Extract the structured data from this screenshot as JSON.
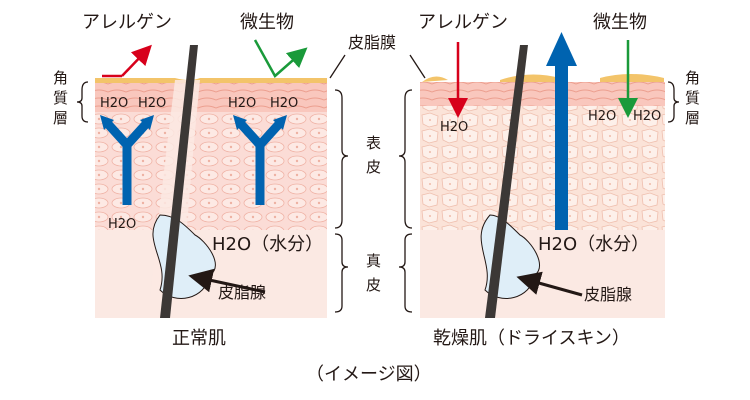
{
  "labels": {
    "allergen": "アレルゲン",
    "microbe": "微生物",
    "sebum_membrane": "皮脂膜",
    "stratum_corneum": [
      "角",
      "質",
      "層"
    ],
    "epidermis": [
      "表",
      "皮"
    ],
    "dermis": [
      "真",
      "皮"
    ],
    "sebaceous_gland": "皮脂腺",
    "water": "H2O（水分）",
    "h2o": "H2O"
  },
  "captions": {
    "normal": "正常肌",
    "dry": "乾燥肌（ドライスキン）",
    "note": "（イメージ図）"
  },
  "colors": {
    "allergen_arrow": "#d7001b",
    "microbe_arrow": "#1a9a3a",
    "water_arrow": "#0063b0",
    "sebum": "#f3c46a",
    "epidermis": "#fbdcd6",
    "dermis": "#fbe9e3",
    "cells": "#f7c3b8",
    "hair": "#3c3836",
    "gland": "#dfeef8"
  },
  "icons": [
    "allergen-arrow-icon",
    "microbe-arrow-icon",
    "water-arrow-icon",
    "hair-icon",
    "brace-icon",
    "pointer-arrow-icon"
  ]
}
